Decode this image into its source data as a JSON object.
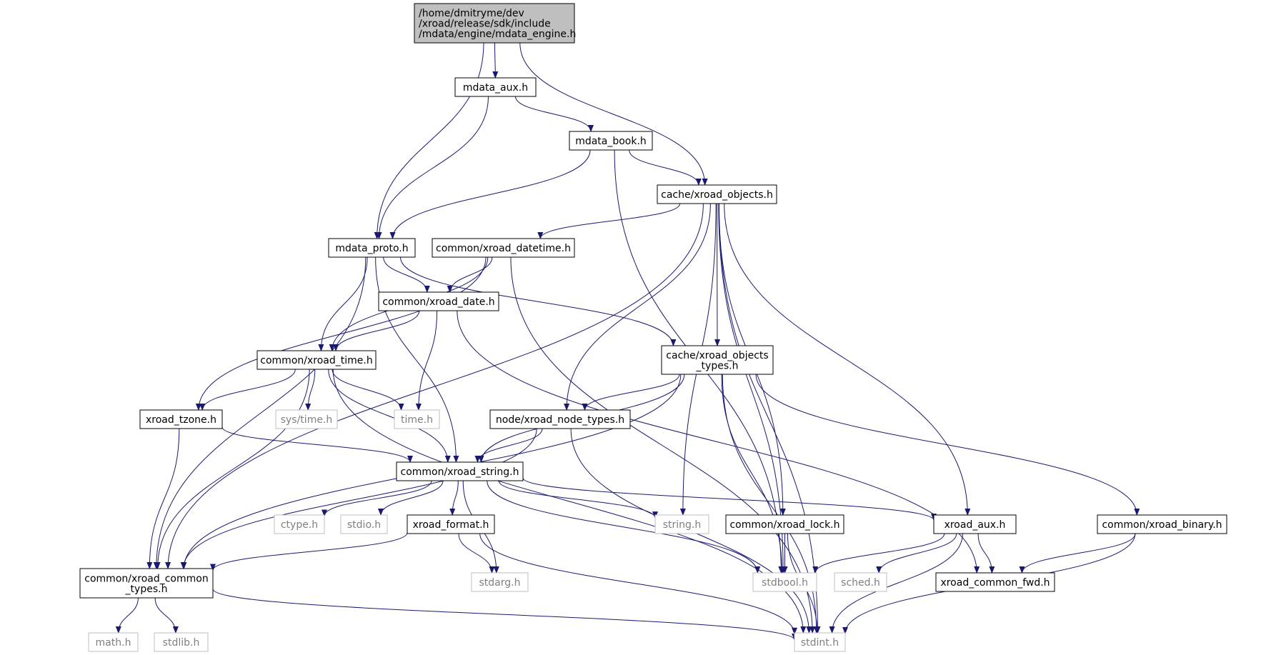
{
  "colors": {
    "edge": "#191970",
    "node_border": "#000000",
    "external_border": "#bfbfbf",
    "external_text": "#808080",
    "root_fill": "#bfbfbf",
    "node_fill": "#ffffff"
  },
  "nodes": [
    {
      "id": "mdata_engine",
      "lines": [
        "/home/dmitryme/dev",
        "/xroad/release/sdk/include",
        "/mdata/engine/mdata_engine.h"
      ],
      "style": "root"
    },
    {
      "id": "mdata_aux",
      "lines": [
        "mdata_aux.h"
      ],
      "style": "normal"
    },
    {
      "id": "mdata_book",
      "lines": [
        "mdata_book.h"
      ],
      "style": "normal"
    },
    {
      "id": "xroad_objects",
      "lines": [
        "cache/xroad_objects.h"
      ],
      "style": "normal"
    },
    {
      "id": "mdata_proto",
      "lines": [
        "mdata_proto.h"
      ],
      "style": "normal"
    },
    {
      "id": "xroad_datetime",
      "lines": [
        "common/xroad_datetime.h"
      ],
      "style": "normal"
    },
    {
      "id": "xroad_date",
      "lines": [
        "common/xroad_date.h"
      ],
      "style": "normal"
    },
    {
      "id": "xroad_objects_types",
      "lines": [
        "cache/xroad_objects",
        "_types.h"
      ],
      "style": "normal"
    },
    {
      "id": "xroad_time",
      "lines": [
        "common/xroad_time.h"
      ],
      "style": "normal"
    },
    {
      "id": "xroad_tzone",
      "lines": [
        "xroad_tzone.h"
      ],
      "style": "normal"
    },
    {
      "id": "sys_time",
      "lines": [
        "sys/time.h"
      ],
      "style": "external"
    },
    {
      "id": "time_h",
      "lines": [
        "time.h"
      ],
      "style": "external"
    },
    {
      "id": "xroad_node_types",
      "lines": [
        "node/xroad_node_types.h"
      ],
      "style": "normal"
    },
    {
      "id": "xroad_string",
      "lines": [
        "common/xroad_string.h"
      ],
      "style": "normal"
    },
    {
      "id": "ctype_h",
      "lines": [
        "ctype.h"
      ],
      "style": "external"
    },
    {
      "id": "stdio_h",
      "lines": [
        "stdio.h"
      ],
      "style": "external"
    },
    {
      "id": "xroad_format",
      "lines": [
        "xroad_format.h"
      ],
      "style": "normal"
    },
    {
      "id": "string_h",
      "lines": [
        "string.h"
      ],
      "style": "external"
    },
    {
      "id": "xroad_lock",
      "lines": [
        "common/xroad_lock.h"
      ],
      "style": "normal"
    },
    {
      "id": "xroad_aux",
      "lines": [
        "xroad_aux.h"
      ],
      "style": "normal"
    },
    {
      "id": "xroad_binary",
      "lines": [
        "common/xroad_binary.h"
      ],
      "style": "normal"
    },
    {
      "id": "xroad_common_types",
      "lines": [
        "common/xroad_common",
        "_types.h"
      ],
      "style": "normal"
    },
    {
      "id": "stdarg_h",
      "lines": [
        "stdarg.h"
      ],
      "style": "external"
    },
    {
      "id": "stdbool_h",
      "lines": [
        "stdbool.h"
      ],
      "style": "external"
    },
    {
      "id": "sched_h",
      "lines": [
        "sched.h"
      ],
      "style": "external"
    },
    {
      "id": "xroad_common_fwd",
      "lines": [
        "xroad_common_fwd.h"
      ],
      "style": "normal"
    },
    {
      "id": "math_h",
      "lines": [
        "math.h"
      ],
      "style": "external"
    },
    {
      "id": "stdlib_h",
      "lines": [
        "stdlib.h"
      ],
      "style": "external"
    },
    {
      "id": "stdint_h",
      "lines": [
        "stdint.h"
      ],
      "style": "external"
    }
  ],
  "edges": [
    {
      "from": "mdata_engine",
      "to": "mdata_aux"
    },
    {
      "from": "mdata_engine",
      "to": "mdata_proto"
    },
    {
      "from": "mdata_engine",
      "to": "xroad_objects"
    },
    {
      "from": "mdata_aux",
      "to": "mdata_book"
    },
    {
      "from": "mdata_aux",
      "to": "mdata_proto"
    },
    {
      "from": "mdata_book",
      "to": "xroad_objects"
    },
    {
      "from": "mdata_book",
      "to": "mdata_proto"
    },
    {
      "from": "mdata_book",
      "to": "stdbool_h"
    },
    {
      "from": "xroad_objects",
      "to": "xroad_datetime"
    },
    {
      "from": "xroad_objects",
      "to": "xroad_objects_types"
    },
    {
      "from": "xroad_objects",
      "to": "xroad_node_types"
    },
    {
      "from": "xroad_objects",
      "to": "string_h"
    },
    {
      "from": "xroad_objects",
      "to": "xroad_lock"
    },
    {
      "from": "xroad_objects",
      "to": "stdbool_h"
    },
    {
      "from": "xroad_objects",
      "to": "xroad_aux"
    },
    {
      "from": "xroad_objects",
      "to": "stdint_h"
    },
    {
      "from": "xroad_objects",
      "to": "xroad_common_types"
    },
    {
      "from": "mdata_proto",
      "to": "xroad_date"
    },
    {
      "from": "mdata_proto",
      "to": "xroad_time"
    },
    {
      "from": "mdata_proto",
      "to": "xroad_objects_types"
    },
    {
      "from": "mdata_proto",
      "to": "xroad_string"
    },
    {
      "from": "mdata_proto",
      "to": "xroad_common_types"
    },
    {
      "from": "xroad_datetime",
      "to": "xroad_date"
    },
    {
      "from": "xroad_datetime",
      "to": "xroad_time"
    },
    {
      "from": "xroad_datetime",
      "to": "xroad_tzone"
    },
    {
      "from": "xroad_datetime",
      "to": "stdint_h"
    },
    {
      "from": "xroad_date",
      "to": "xroad_time"
    },
    {
      "from": "xroad_date",
      "to": "time_h"
    },
    {
      "from": "xroad_date",
      "to": "xroad_common_fwd"
    },
    {
      "from": "xroad_objects_types",
      "to": "xroad_node_types"
    },
    {
      "from": "xroad_objects_types",
      "to": "xroad_string"
    },
    {
      "from": "xroad_objects_types",
      "to": "xroad_common_types"
    },
    {
      "from": "xroad_objects_types",
      "to": "stdbool_h"
    },
    {
      "from": "xroad_objects_types",
      "to": "xroad_binary"
    },
    {
      "from": "xroad_objects_types",
      "to": "stdint_h"
    },
    {
      "from": "xroad_time",
      "to": "xroad_tzone"
    },
    {
      "from": "xroad_time",
      "to": "sys_time"
    },
    {
      "from": "xroad_time",
      "to": "time_h"
    },
    {
      "from": "xroad_time",
      "to": "xroad_string"
    },
    {
      "from": "xroad_time",
      "to": "xroad_common_types"
    },
    {
      "from": "xroad_time",
      "to": "stdint_h"
    },
    {
      "from": "xroad_tzone",
      "to": "xroad_string"
    },
    {
      "from": "xroad_tzone",
      "to": "xroad_common_types"
    },
    {
      "from": "xroad_node_types",
      "to": "xroad_string"
    },
    {
      "from": "xroad_node_types",
      "to": "xroad_common_types"
    },
    {
      "from": "xroad_node_types",
      "to": "stdint_h"
    },
    {
      "from": "xroad_string",
      "to": "ctype_h"
    },
    {
      "from": "xroad_string",
      "to": "stdio_h"
    },
    {
      "from": "xroad_string",
      "to": "xroad_format"
    },
    {
      "from": "xroad_string",
      "to": "stdarg_h"
    },
    {
      "from": "xroad_string",
      "to": "string_h"
    },
    {
      "from": "xroad_string",
      "to": "stdbool_h"
    },
    {
      "from": "xroad_string",
      "to": "xroad_aux"
    },
    {
      "from": "xroad_format",
      "to": "xroad_common_types"
    },
    {
      "from": "xroad_format",
      "to": "stdarg_h"
    },
    {
      "from": "xroad_format",
      "to": "stdint_h"
    },
    {
      "from": "xroad_lock",
      "to": "stdbool_h"
    },
    {
      "from": "xroad_lock",
      "to": "stdint_h"
    },
    {
      "from": "xroad_aux",
      "to": "stdbool_h"
    },
    {
      "from": "xroad_aux",
      "to": "sched_h"
    },
    {
      "from": "xroad_aux",
      "to": "xroad_common_fwd"
    },
    {
      "from": "xroad_aux",
      "to": "stdint_h"
    },
    {
      "from": "xroad_binary",
      "to": "xroad_common_fwd"
    },
    {
      "from": "xroad_binary",
      "to": "stdint_h"
    },
    {
      "from": "xroad_common_types",
      "to": "math_h"
    },
    {
      "from": "xroad_common_types",
      "to": "stdlib_h"
    },
    {
      "from": "xroad_common_types",
      "to": "stdint_h"
    }
  ]
}
